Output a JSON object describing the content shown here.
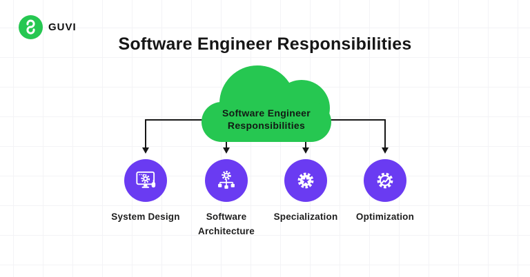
{
  "brand": {
    "name": "GUVI",
    "logo": "guvi-g-monogram"
  },
  "title": "Software Engineer Responsibilities",
  "cloud": {
    "label_line1": "Software Engineer",
    "label_line2": "Responsibilities"
  },
  "nodes": [
    {
      "label": "System Design",
      "icon": "monitor-gear"
    },
    {
      "label": "Software Architecture",
      "icon": "gear-network"
    },
    {
      "label": "Specialization",
      "icon": "badge-star"
    },
    {
      "label": "Optimization",
      "icon": "gear-trend-arrow"
    }
  ],
  "colors": {
    "brand-green": "#26c751",
    "node-purple": "#6a3bf2",
    "ink": "#161616",
    "label-ink": "#1d1d1d",
    "grid-line": "#f3f3f6",
    "bg": "#ffffff"
  }
}
